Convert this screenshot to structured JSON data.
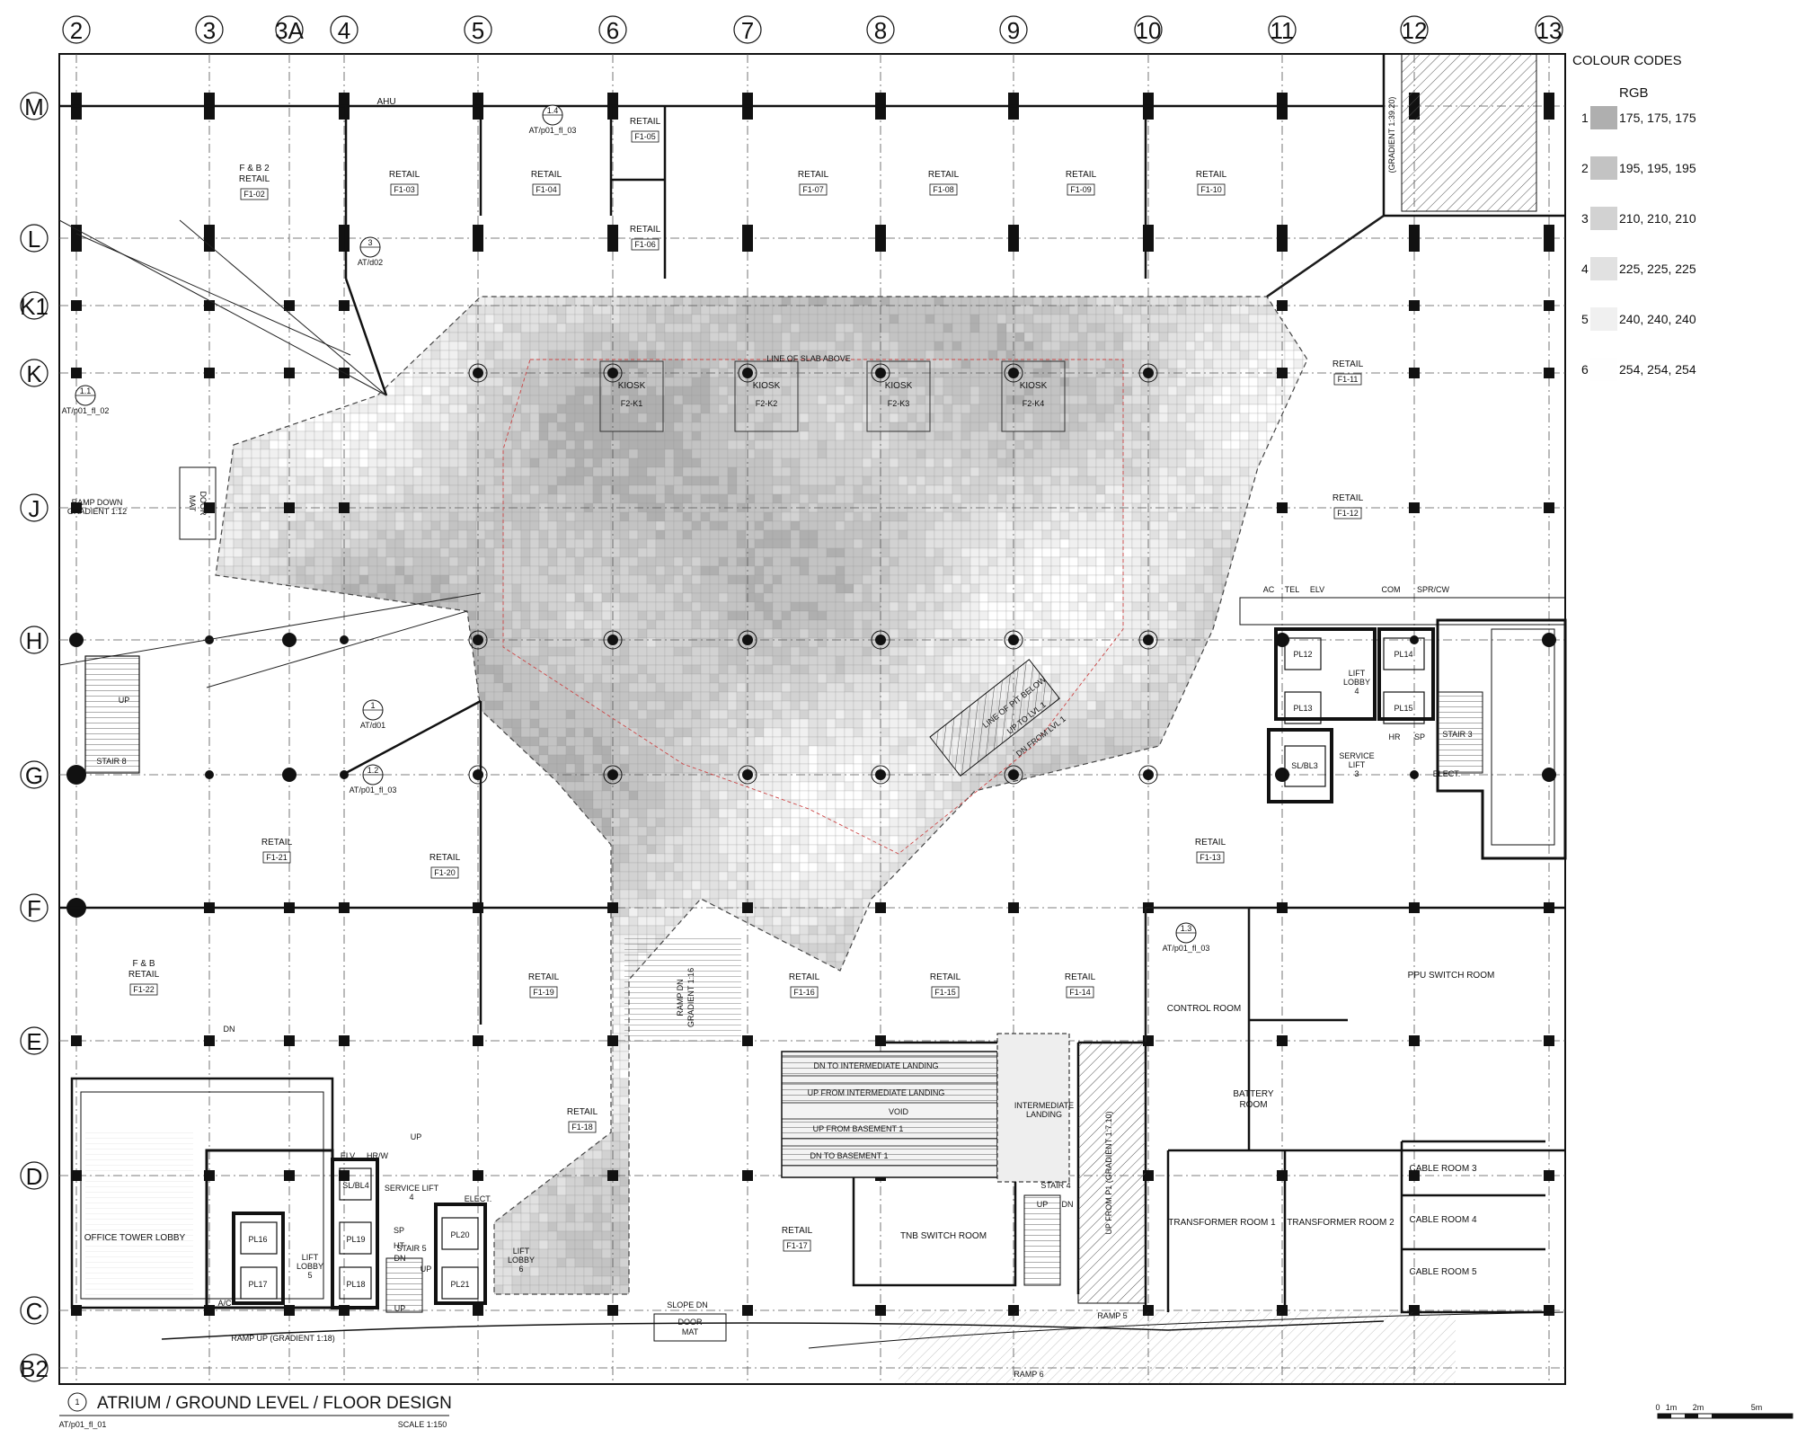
{
  "grid_columns": [
    "2",
    "3",
    "3A",
    "4",
    "5",
    "6",
    "7",
    "8",
    "9",
    "10",
    "11",
    "12",
    "13"
  ],
  "grid_rows": [
    "M",
    "L",
    "K1",
    "K",
    "J",
    "H",
    "G",
    "F",
    "E",
    "D",
    "C",
    "B2"
  ],
  "rooms": [
    {
      "id": "f1-02",
      "line1": "F & B 2",
      "line2": "RETAIL",
      "tag": "F1-02"
    },
    {
      "id": "f1-03",
      "line1": "RETAIL",
      "tag": "F1-03"
    },
    {
      "id": "f1-04",
      "line1": "RETAIL",
      "tag": "F1-04"
    },
    {
      "id": "f1-05",
      "line1": "RETAIL",
      "tag": "F1-05"
    },
    {
      "id": "f1-06",
      "line1": "RETAIL",
      "tag": "F1-06"
    },
    {
      "id": "f1-07",
      "line1": "RETAIL",
      "tag": "F1-07"
    },
    {
      "id": "f1-08",
      "line1": "RETAIL",
      "tag": "F1-08"
    },
    {
      "id": "f1-09",
      "line1": "RETAIL",
      "tag": "F1-09"
    },
    {
      "id": "f1-10",
      "line1": "RETAIL",
      "tag": "F1-10"
    },
    {
      "id": "f1-11",
      "line1": "RETAIL",
      "tag": "F1-11"
    },
    {
      "id": "f1-12",
      "line1": "RETAIL",
      "tag": "F1-12"
    },
    {
      "id": "f1-13",
      "line1": "RETAIL",
      "tag": "F1-13"
    },
    {
      "id": "f1-14",
      "line1": "RETAIL",
      "tag": "F1-14"
    },
    {
      "id": "f1-15",
      "line1": "RETAIL",
      "tag": "F1-15"
    },
    {
      "id": "f1-16",
      "line1": "RETAIL",
      "tag": "F1-16"
    },
    {
      "id": "f1-17",
      "line1": "RETAIL",
      "tag": "F1-17"
    },
    {
      "id": "f1-18",
      "line1": "RETAIL",
      "tag": "F1-18"
    },
    {
      "id": "f1-19",
      "line1": "RETAIL",
      "tag": "F1-19"
    },
    {
      "id": "f1-20",
      "line1": "RETAIL",
      "tag": "F1-20"
    },
    {
      "id": "f1-21",
      "line1": "RETAIL",
      "tag": "F1-21"
    },
    {
      "id": "f1-22",
      "line1": "F & B",
      "line2": "RETAIL",
      "tag": "F1-22"
    }
  ],
  "kiosks": [
    {
      "label": "KIOSK",
      "tag": "F2-K1"
    },
    {
      "label": "KIOSK",
      "tag": "F2-K2"
    },
    {
      "label": "KIOSK",
      "tag": "F2-K3"
    },
    {
      "label": "KIOSK",
      "tag": "F2-K4"
    }
  ],
  "service_rooms": {
    "ahu": "AHU",
    "control": "CONTROL ROOM",
    "ppu": "PPU SWITCH ROOM",
    "battery1": "BATTERY",
    "battery2": "ROOM",
    "tf1": "TRANSFORMER ROOM 1",
    "tf2": "TRANSFORMER ROOM 2",
    "cable3": "CABLE ROOM 3",
    "cable4": "CABLE ROOM 4",
    "cable5": "CABLE ROOM 5",
    "tnb": "TNB SWITCH ROOM",
    "office": "OFFICE TOWER LOBBY",
    "elect1": "ELECT.",
    "elect2": "ELECT."
  },
  "lifts": {
    "right_lobby": [
      "LIFT",
      "LOBBY",
      "4"
    ],
    "pl12": "PL12",
    "pl13": "PL13",
    "pl14": "PL14",
    "pl15": "PL15",
    "slb3": "SL/BL3",
    "service_lift3": [
      "SERVICE",
      "LIFT",
      "3"
    ],
    "stair3": "STAIR 3",
    "left_lobby5": [
      "LIFT",
      "LOBBY",
      "5"
    ],
    "left_lobby6": [
      "LIFT",
      "LOBBY",
      "6"
    ],
    "pl16": "PL16",
    "pl17": "PL17",
    "pl18": "PL18",
    "pl19": "PL19",
    "pl20": "PL20",
    "pl21": "PL21",
    "slb4": "SL/BL4",
    "service_lift4": [
      "SERVICE LIFT",
      "4"
    ],
    "stair5": "STAIR 5",
    "stair4": "STAIR 4",
    "stair8": "STAIR 8",
    "bar_labels": [
      "AC",
      "TEL",
      "ELV",
      "COM",
      "SPR/CW"
    ],
    "hr": "HR",
    "sp": "SP",
    "ht": "HT",
    "ac": "A/C",
    "elv": "ELV",
    "hrw": "HR/W"
  },
  "annotations": {
    "slab_above": "LINE OF SLAB ABOVE",
    "pit_below": "LINE OF PIT BELOW",
    "up_lvl1": "UP TO LVL 1",
    "dn_lvl1": "DN FROM LVL 1",
    "ramp_down1": "RAMP DOWN",
    "ramp_down2": "GRADIENT 1:12",
    "door_mat_left1": "DOOR",
    "door_mat_left2": "MAT",
    "ramp_up_bottom": "RAMP UP (GRADIENT 1:18)",
    "ramp_center": "RAMP DN",
    "ramp_center2": "GRADIENT 1:16",
    "gradient_top": "(GRADIENT 1:39.20)",
    "slope_dn": "SLOPE DN",
    "door_mat_bottom1": "DOOR",
    "door_mat_bottom2": "MAT",
    "ramp5": "RAMP 5",
    "ramp6": "RAMP 6",
    "up_from_p1": "UP FROM P1 (GRADIENT 1:7.10)",
    "esc1": "DN TO INTERMEDIATE LANDING",
    "esc2": "UP FROM INTERMEDIATE LANDING",
    "void": "VOID",
    "esc3": "UP FROM BASEMENT 1",
    "esc4": "DN TO BASEMENT 1",
    "intermediate1": "INTERMEDIATE",
    "intermediate2": "LANDING",
    "up": "UP",
    "dn": "DN"
  },
  "callouts": [
    {
      "num": "1.4",
      "ref": "AT/p01_fl_03"
    },
    {
      "num": "3",
      "ref": "AT/d02"
    },
    {
      "num": "1.1",
      "ref": "AT/p01_fl_02"
    },
    {
      "num": "1",
      "ref": "AT/d01"
    },
    {
      "num": "1.2",
      "ref": "AT/p01_fl_03"
    },
    {
      "num": "1.3",
      "ref": "AT/p01_fl_03"
    }
  ],
  "legend": {
    "heading": "COLOUR CODES",
    "subheading": "RGB",
    "items": [
      {
        "num": "1",
        "rgb": "175, 175, 175",
        "color": "#afafaf"
      },
      {
        "num": "2",
        "rgb": "195, 195, 195",
        "color": "#c3c3c3"
      },
      {
        "num": "3",
        "rgb": "210, 210, 210",
        "color": "#d2d2d2"
      },
      {
        "num": "4",
        "rgb": "225, 225, 225",
        "color": "#e1e1e1"
      },
      {
        "num": "5",
        "rgb": "240, 240, 240",
        "color": "#f0f0f0"
      },
      {
        "num": "6",
        "rgb": "254, 254, 254",
        "color": "#fefefe"
      }
    ]
  },
  "title_block": {
    "num": "1",
    "title": "ATRIUM / GROUND LEVEL / FLOOR DESIGN",
    "ref": "AT/p01_fl_01",
    "scale": "SCALE 1:150",
    "scale_ticks": [
      "0",
      "1m",
      "2m",
      "5m"
    ]
  }
}
